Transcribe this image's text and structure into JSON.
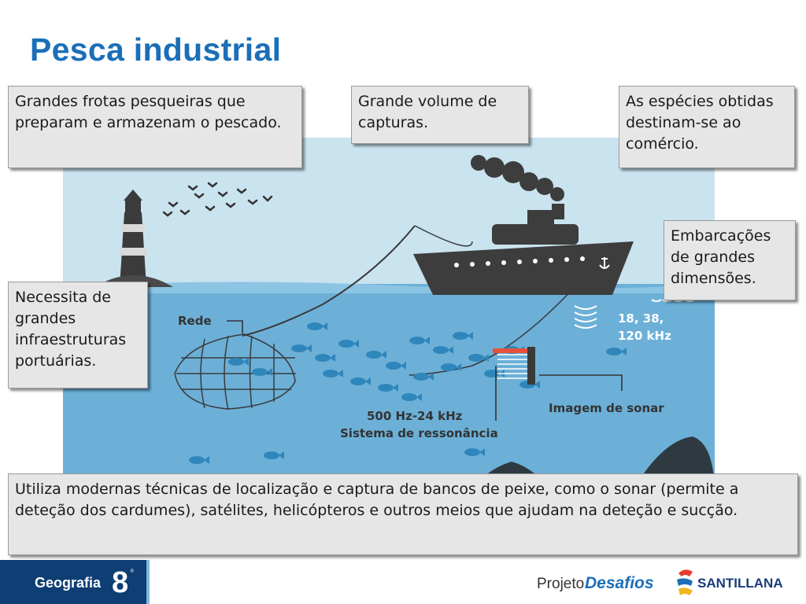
{
  "slide": {
    "title": "Pesca industrial"
  },
  "callouts": {
    "fleets": "Grandes frotas pesqueiras que preparam e armazenam o pescado.",
    "volume": "Grande volume de capturas.",
    "commerce": "As espécies obtidas destinam-se ao comércio.",
    "vessels": "Embarcações de grandes dimensões.",
    "infrastructure": "Necessita de grandes infraestruturas portuárias.",
    "techniques": "Utiliza modernas técnicas de localização e captura de bancos de peixe, como o sonar (permite a deteção dos cardumes), satélites, helicópteros e outros meios que ajudam na deteção e sucção."
  },
  "diagram": {
    "net_label": "Rede",
    "freq_line1": "18, 38,",
    "freq_line2": "120 kHz",
    "sonar_image_label": "Imagem de sonar",
    "resonance_freq": "500 Hz-24 kHz",
    "resonance_label": "Sistema de ressonância"
  },
  "footer": {
    "subject": "Geografia",
    "grade": "8",
    "degree_mark": "º",
    "project_prefix": "Projeto",
    "project_name": "Desafios",
    "publisher": "SANTILLANA"
  },
  "colors": {
    "title": "#1a6fb8",
    "sky": "#c9e3ef",
    "sea": "#6cb0d8",
    "ship": "#3d3d3d",
    "fish": "#2f86bb",
    "footer_bar": "#0e3e73",
    "callout_bg": "#e6e6e6"
  }
}
